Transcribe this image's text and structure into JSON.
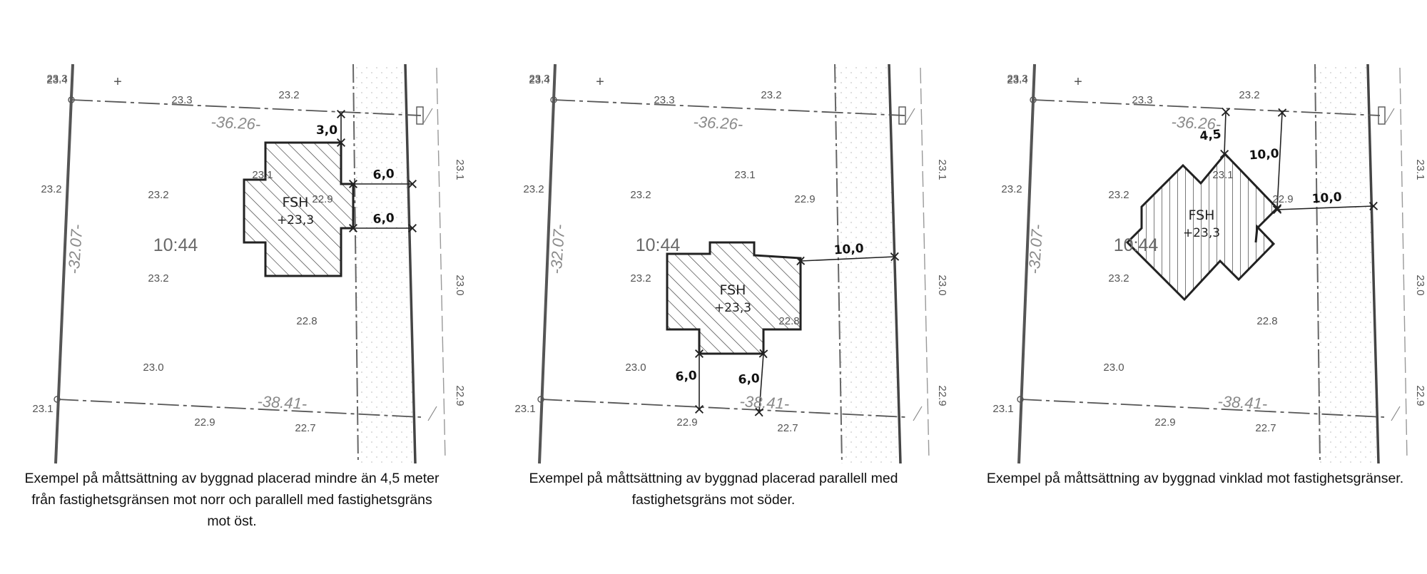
{
  "panels": [
    {
      "map": {
        "corner_label": "23.4",
        "plus_mark": "+",
        "north_distance": "-36.26-",
        "west_distance": "-32.07-",
        "south_distance": "-38.41-",
        "lot_id": "10:44",
        "heights": [
          "23.3",
          "23.2",
          "23.3",
          "23.2",
          "23.1",
          "22.9",
          "23.2",
          "23.2",
          "22.8",
          "23.0",
          "23.1",
          "22.9",
          "22.7",
          "23.1",
          "23.0",
          "22.9"
        ]
      },
      "building": {
        "label": "FSH",
        "level": "+23,3"
      },
      "dimensions": [
        "3,0",
        "6,0",
        "6,0"
      ],
      "caption": [
        "Exempel på måttsättning av byggnad placerad mindre än 4,5 meter",
        "från fastighetsgränsen mot norr och parallell med fastighetsgräns",
        "mot öst."
      ]
    },
    {
      "map": {
        "corner_label": "23.4",
        "plus_mark": "+",
        "north_distance": "-36.26-",
        "west_distance": "-32.07-",
        "south_distance": "-38.41-",
        "lot_id": "10:44",
        "heights": [
          "23.3",
          "23.2",
          "23.3",
          "23.2",
          "23.1",
          "22.9",
          "23.2",
          "23.2",
          "22.8",
          "23.0",
          "23.1",
          "22.9",
          "22.7",
          "23.1",
          "23.0",
          "22.9"
        ]
      },
      "building": {
        "label": "FSH",
        "level": "+23,3"
      },
      "dimensions": [
        "10,0",
        "6,0",
        "6,0"
      ],
      "caption": [
        "Exempel på måttsättning av byggnad placerad parallell med",
        "fastighetsgräns mot söder."
      ]
    },
    {
      "map": {
        "corner_label": "23.4",
        "plus_mark": "+",
        "north_distance": "-36.26-",
        "west_distance": "-32.07-",
        "south_distance": "-38.41-",
        "lot_id": "10:44",
        "heights": [
          "23.3",
          "23.2",
          "23.3",
          "23.2",
          "23.1",
          "22.9",
          "23.2",
          "23.2",
          "22.8",
          "23.0",
          "23.1",
          "22.9",
          "22.7",
          "23.1",
          "23.0",
          "22.9"
        ]
      },
      "building": {
        "label": "FSH",
        "level": "+23,3"
      },
      "dimensions": [
        "4,5",
        "10,0",
        "10,0"
      ],
      "caption": [
        "Exempel på måttsättning av byggnad vinklad mot fastighetsgränser."
      ]
    }
  ]
}
